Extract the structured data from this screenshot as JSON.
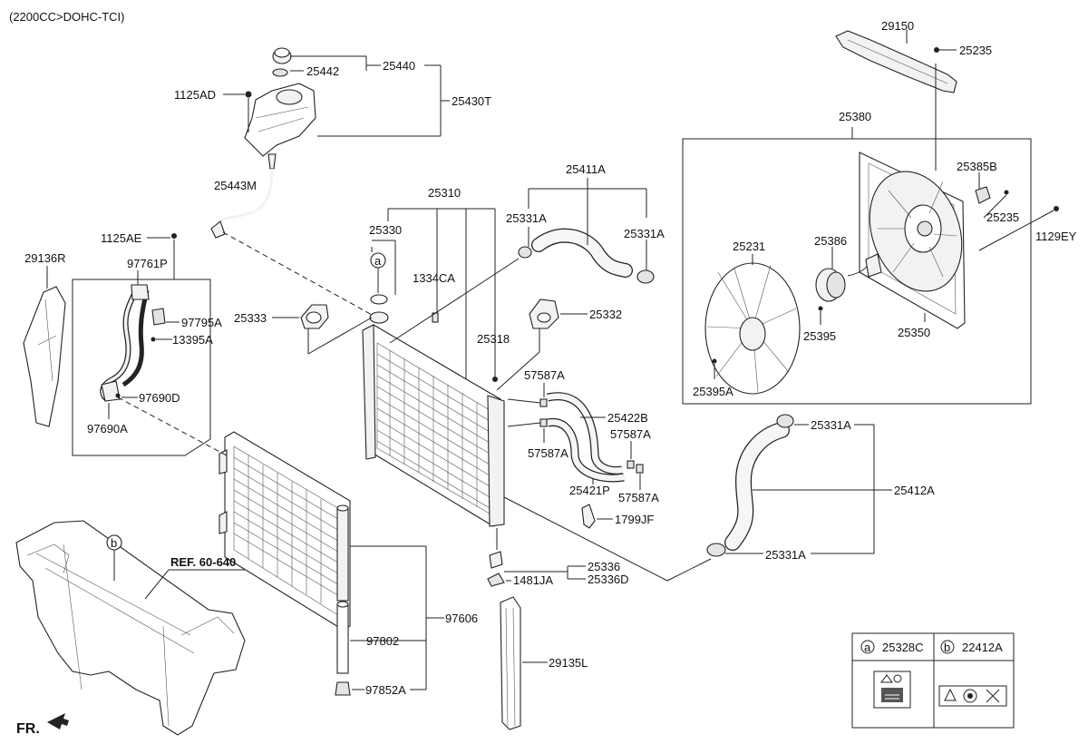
{
  "header": {
    "engine_label": "(2200CC>DOHC-TCI)"
  },
  "orientation": {
    "front_label": "FR."
  },
  "reference": {
    "label": "REF. 60-640"
  },
  "callouts": {
    "a": "a",
    "b": "b"
  },
  "parts": {
    "p29150": "29150",
    "p25235_top": "25235",
    "p25380": "25380",
    "p25385B": "25385B",
    "p25235_right": "25235",
    "p1129EY": "1129EY",
    "p25231": "25231",
    "p25386": "25386",
    "p25395": "25395",
    "p25350": "25350",
    "p25395A": "25395A",
    "p25440": "25440",
    "p25442": "25442",
    "p1125AD": "1125AD",
    "p25430T": "25430T",
    "p25443M": "25443M",
    "p25310": "25310",
    "p25411A": "25411A",
    "p25331A_1": "25331A",
    "p25331A_2": "25331A",
    "p25330": "25330",
    "p1334CA": "1334CA",
    "p1125AE": "1125AE",
    "p29136R": "29136R",
    "p97761P": "97761P",
    "p97795A": "97795A",
    "p13395A": "13395A",
    "p97690D": "97690D",
    "p97690A": "97690A",
    "p25333": "25333",
    "p25332": "25332",
    "p25318": "25318",
    "p57587A_1": "57587A",
    "p25422B": "25422B",
    "p57587A_2": "57587A",
    "p57587A_3": "57587A",
    "p25421P": "25421P",
    "p57587A_4": "57587A",
    "p1799JF": "1799JF",
    "p25331A_3": "25331A",
    "p25412A": "25412A",
    "p25331A_4": "25331A",
    "p25336": "25336",
    "p1481JA": "1481JA",
    "p25336D": "25336D",
    "p97606": "97606",
    "p97802": "97802",
    "p97852A": "97852A",
    "p29135L": "29135L"
  },
  "legend": {
    "a_letter": "a",
    "a_part": "25328C",
    "b_letter": "b",
    "b_part": "22412A"
  }
}
